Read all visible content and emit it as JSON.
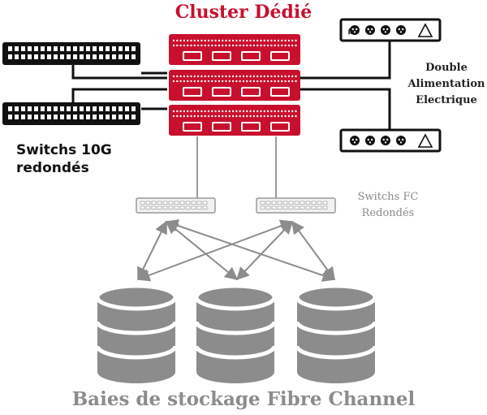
{
  "title": "Cluster Dédié",
  "switches_10g": {
    "line1": "Switchs 10G",
    "line2": "redondés"
  },
  "power": {
    "line1": "Double",
    "line2": "Alimentation",
    "line3": "Electrique"
  },
  "fc_switches": {
    "line1": "Switchs FC",
    "line2": "Redondés"
  },
  "storage_label": "Baies de stockage Fibre Channel",
  "colors": {
    "cluster_red": "#c8102e",
    "switch_black": "#111111",
    "connector_gray": "#9a9a9a",
    "storage_gray": "#8c8c8c"
  },
  "icons": [
    "network-switch-icon",
    "server-icon",
    "power-strip-icon",
    "fc-switch-icon",
    "database-storage-icon",
    "warning-icon"
  ]
}
